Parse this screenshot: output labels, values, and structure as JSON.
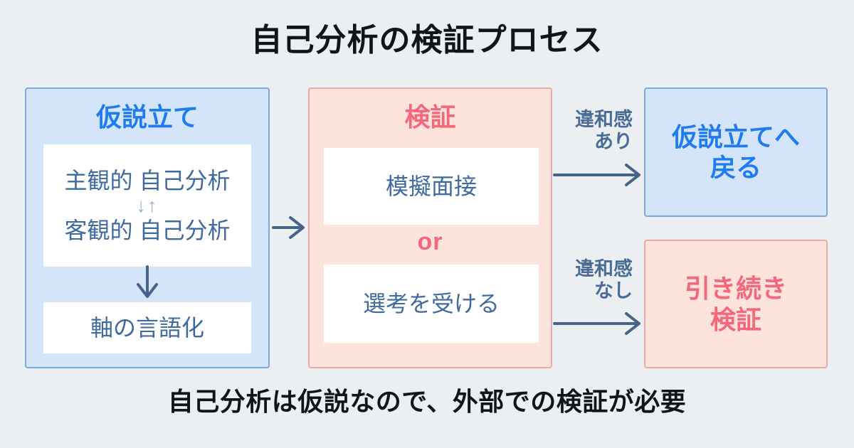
{
  "colors": {
    "background": "#eceff1",
    "blue_fill": "#d5e5f9",
    "blue_border": "#79a9e2",
    "blue_accent": "#1f7bf2",
    "pink_fill": "#fce3dc",
    "pink_border": "#eda8a8",
    "pink_accent": "#f4687c",
    "card_text": "#3f6a9e",
    "arrow": "#46648a",
    "title_text": "#111418"
  },
  "title": "自己分析の検証プロセス",
  "caption": "自己分析は仮説なので、外部での検証が必要",
  "boxes": {
    "hypothesis": {
      "heading": "仮説立て",
      "card_analysis": {
        "line1": "主観的 自己分析",
        "swap_arrows": "↓↑",
        "line2": "客観的 自己分析"
      },
      "card_verbalize": "軸の言語化"
    },
    "validation": {
      "heading": "検証",
      "card_mock": "模擬面接",
      "divider": "or",
      "card_selection": "選考を受ける"
    },
    "back_to_hypothesis": {
      "text": "仮説立てへ\n戻る"
    },
    "continue_validation": {
      "text": "引き続き\n検証"
    }
  },
  "branch_labels": {
    "mismatch": "違和感\nあり",
    "match": "違和感\nなし"
  },
  "icons": {
    "flow_arrow": "arrow-right-icon",
    "down_arrow": "arrow-down-icon",
    "swap_arrows": "arrow-down-up-icon"
  }
}
